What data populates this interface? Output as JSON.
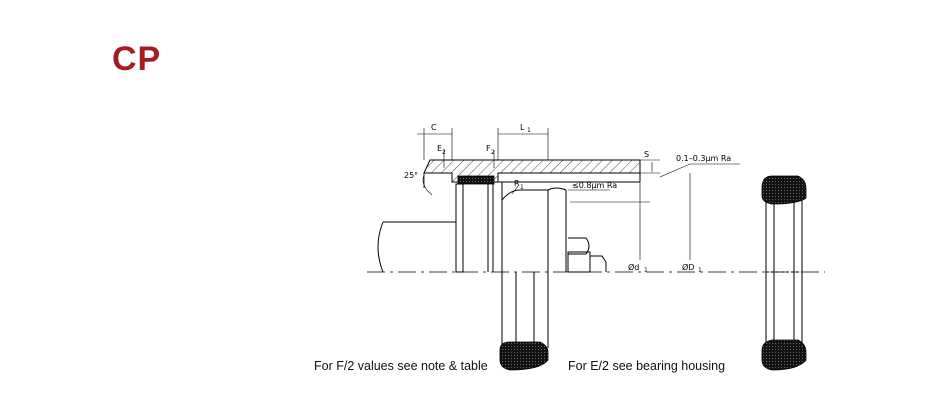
{
  "title": {
    "text": "CP",
    "color": "#a51c24"
  },
  "labels": {
    "c": "C",
    "e2": "E",
    "e2_sub": "2",
    "f2": "F",
    "f2_sub": "2",
    "l1": "L",
    "l1_sub": "1",
    "s": "S",
    "roughness_top": "0.1–0.3μm Ra",
    "roughness_inner": "≤0.8μm Ra",
    "angle": "25°",
    "r1": "R",
    "r1_sub": "1",
    "d1": "Ød",
    "d1_sub": "1",
    "D1": "ØD",
    "D1_sub": "1"
  },
  "captions": {
    "left": "For F/2 values see note & table",
    "right": "For E/2 see bearing housing"
  }
}
